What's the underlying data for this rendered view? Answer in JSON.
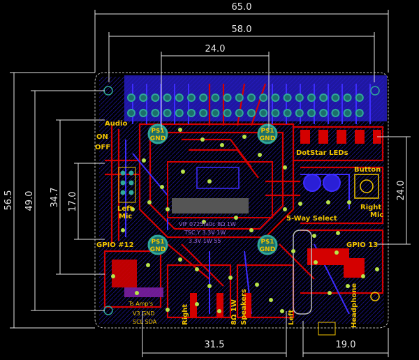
{
  "dimensions": {
    "top_65": "65.0",
    "top_58": "58.0",
    "top_24": "24.0",
    "left_56_5": "56.5",
    "left_49": "49.0",
    "left_34_7": "34.7",
    "left_17": "17.0",
    "right_24": "24.0",
    "bottom_31_5": "31.5",
    "bottom_19": "19.0"
  },
  "labels": {
    "audio": "Audio",
    "on": "ON",
    "off": "OFF",
    "dotstar": "DotStar LEDs",
    "button": "Button",
    "left_mic": "Left\nMic",
    "right_mic": "Right\nMic",
    "gpio12": "GPIO #12",
    "gpio13": "GPIO 13",
    "five_way": "5-Way Select",
    "speakers": "Speakers",
    "right": "Right",
    "left": "Left",
    "headphone": "Headphone",
    "ps1": "P$1",
    "gnd": "GND",
    "eight_ohm": "8Ω 1W",
    "mirrored_1": "VIF 0725fa0c 8Ω 1W",
    "mirrored_2": "TSC.Y 3.3V 1W",
    "mirrored_3": "3.3V 1W 55",
    "mirrored_4": "Ts Amp's",
    "mirrored_5": "V3 GND",
    "mirrored_6": "SCL SDA"
  },
  "colors": {
    "background": "#000000",
    "copper_top": "#d40000",
    "copper_bottom": "#2a1fd6",
    "silkscreen": "#f2c500",
    "pad": "#2fa89a",
    "dimension": "#e6e6e6",
    "board_outline": "#bdbdbd"
  },
  "icons": {
    "mount_hole": "mount-hole-icon",
    "via": "via-icon",
    "pad": "pad-icon"
  }
}
